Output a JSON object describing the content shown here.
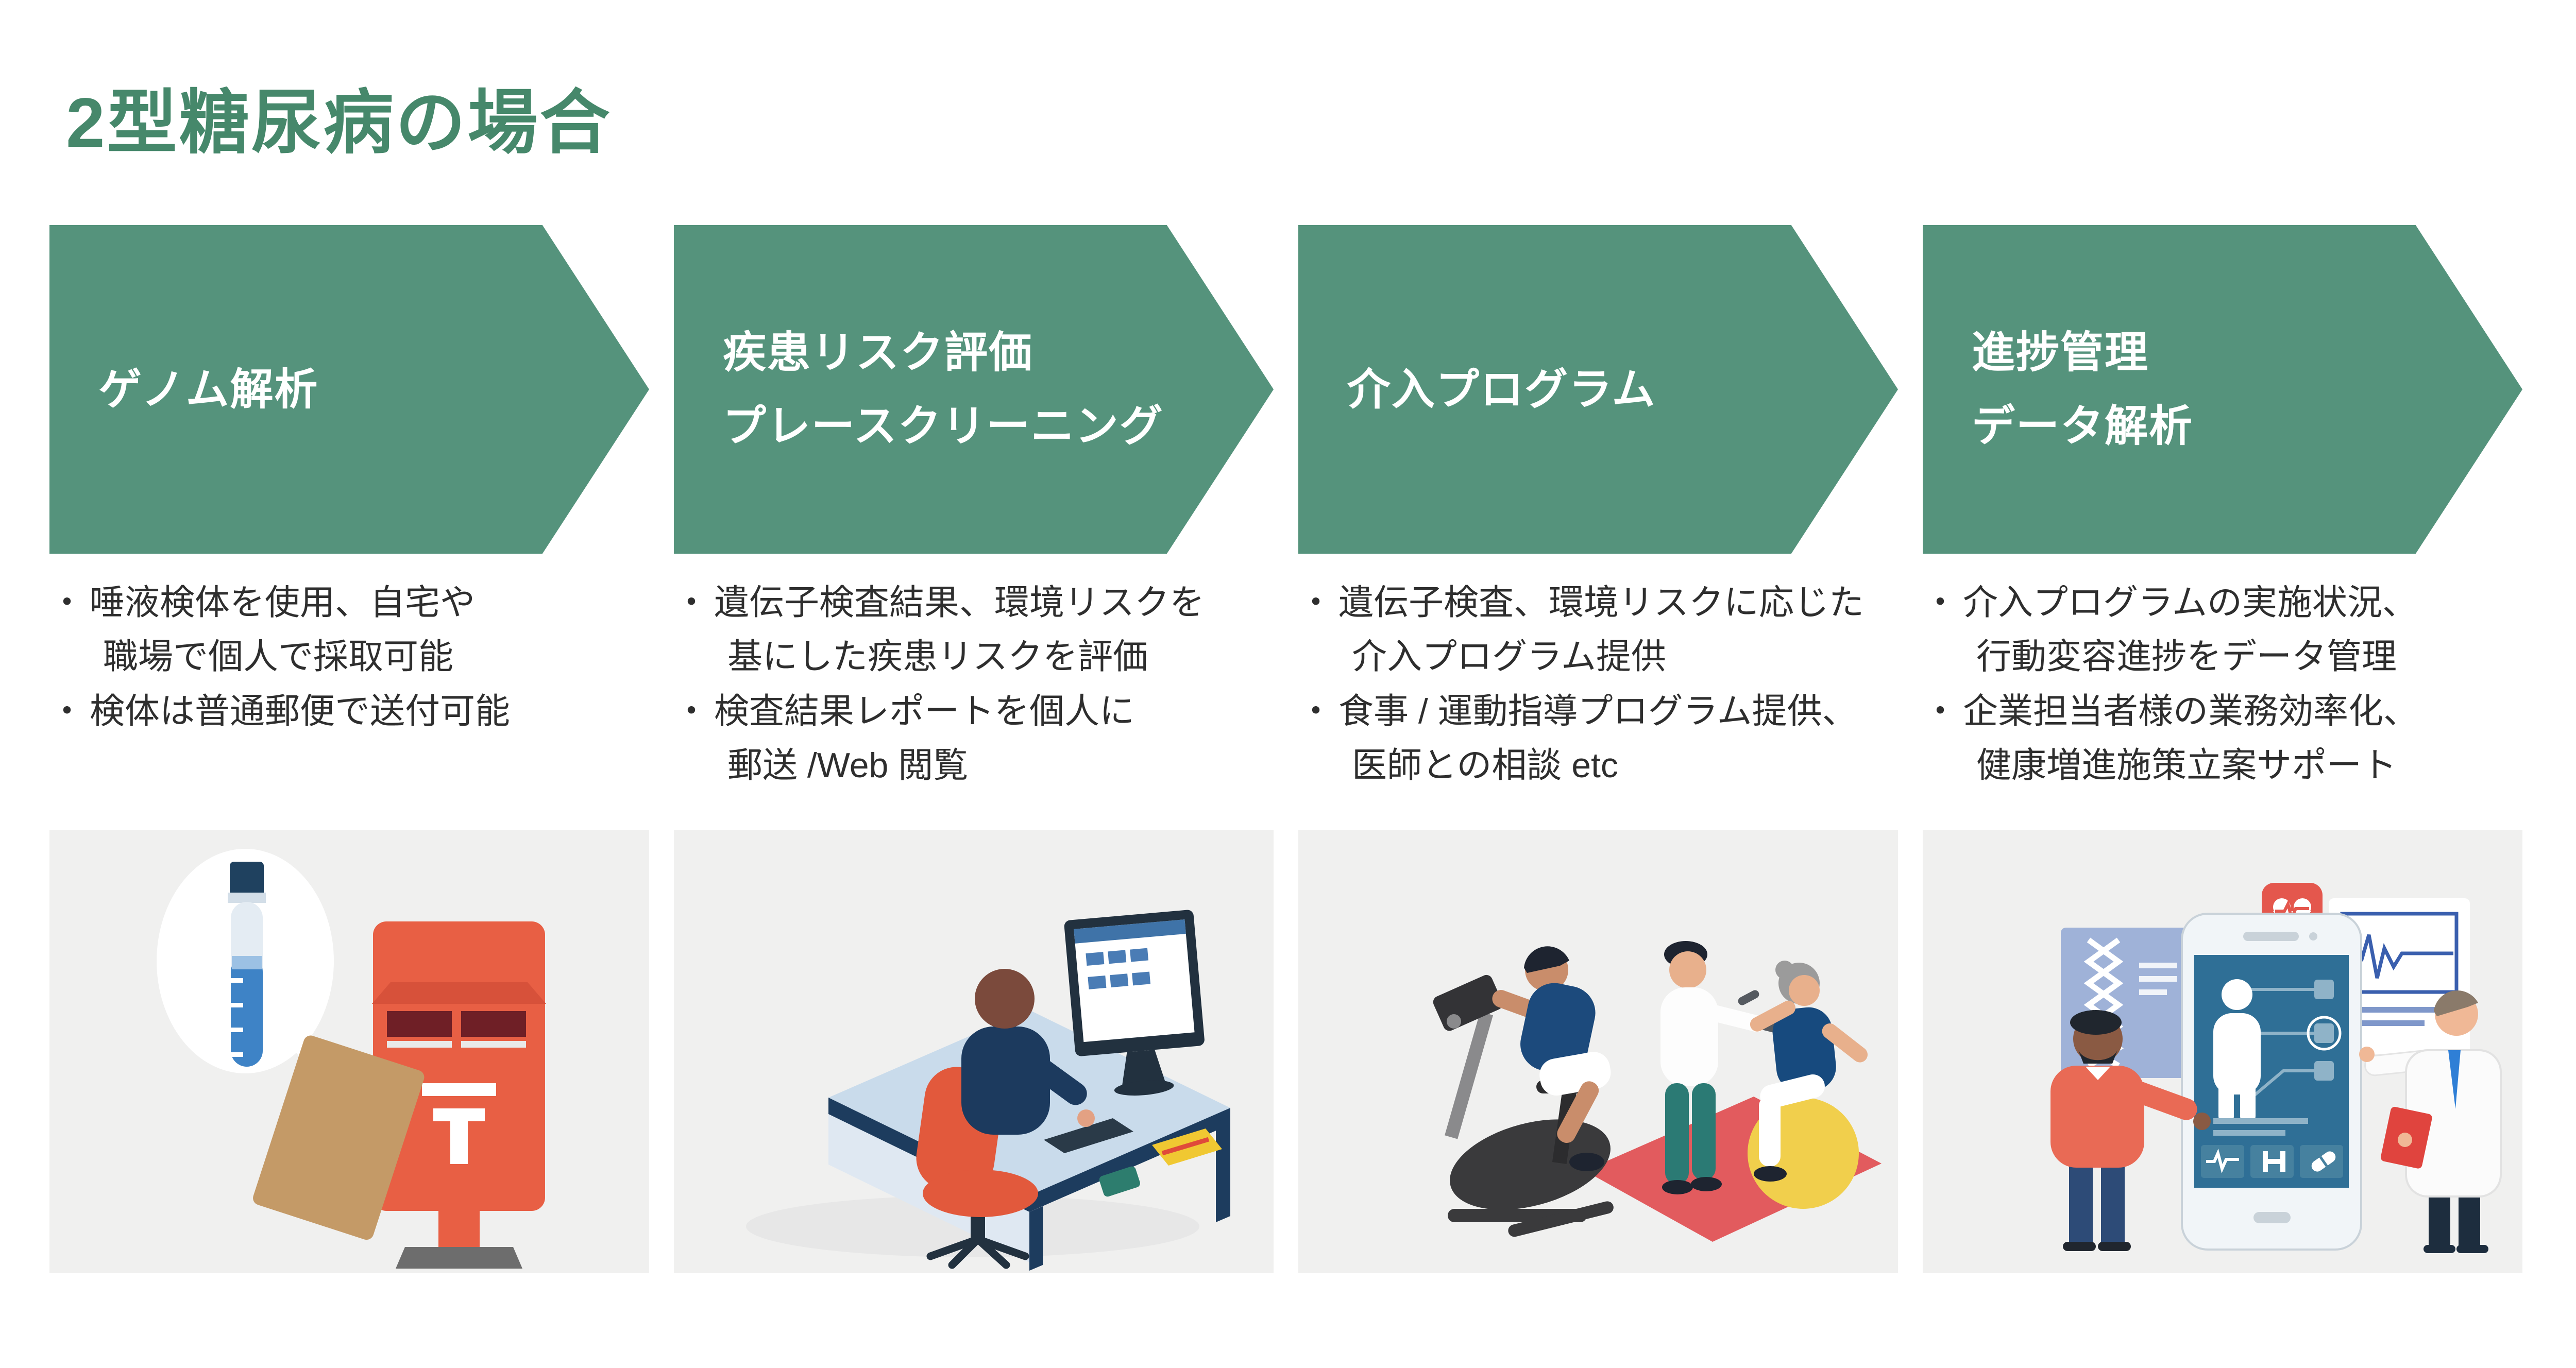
{
  "page": {
    "title": "2型糖尿病の場合"
  },
  "ui": {
    "bullet_marker": "・"
  },
  "colors": {
    "title_green": "#46886B",
    "arrow_green": "#55937C",
    "arrow_text": "#FFFFFF",
    "body_text": "#2E2E2E",
    "panel_gray": "#F0F0EF",
    "postbox_red": "#E85F44",
    "mat_red": "#E25B5E",
    "ball_yellow": "#F1CF4C",
    "screen_blue": "#2F6F96",
    "coral_sweater": "#E96A55"
  },
  "steps": [
    {
      "header_lines": [
        "ゲノム解析"
      ],
      "bullets": [
        [
          "唾液検体を使用、自宅や",
          "職場で個人で採取可能"
        ],
        [
          "検体は普通郵便で送付可能"
        ]
      ],
      "illustration": "japan-postbox-saliva-sample-envelope"
    },
    {
      "header_lines": [
        "疾患リスク評価",
        "プレースクリーニング"
      ],
      "bullets": [
        [
          "遺伝子検査結果、環境リスクを",
          "基にした疾患リスクを評価"
        ],
        [
          "検査結果レポートを個人に",
          "郵送 /Web 閲覧"
        ]
      ],
      "illustration": "analyst-at-desk-with-computer"
    },
    {
      "header_lines": [
        "介入プログラム"
      ],
      "bullets": [
        [
          "遺伝子検査、環境リスクに応じた",
          "介入プログラム提供"
        ],
        [
          "食事 / 運動指導プログラム提供、",
          "医師との相談 etc"
        ]
      ],
      "illustration": "exercise-guidance-scene"
    },
    {
      "header_lines": [
        "進捗管理",
        "データ解析"
      ],
      "bullets": [
        [
          "介入プログラムの実施状況、",
          "行動変容進捗をデータ管理"
        ],
        [
          "企業担当者様の業務効率化、",
          "健康増進施策立案サポート"
        ]
      ],
      "illustration": "doctor-patient-health-app"
    }
  ]
}
